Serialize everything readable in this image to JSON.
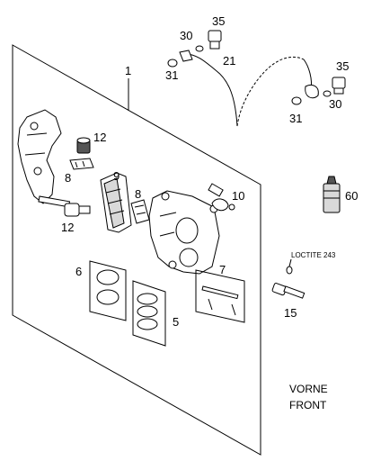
{
  "callouts": {
    "n1": "1",
    "n5": "5",
    "n6": "6",
    "n7": "7",
    "n8a": "8",
    "n8b": "8",
    "n9": "9",
    "n10": "10",
    "n12a": "12",
    "n12b": "12",
    "n15": "15",
    "n21": "21",
    "n30a": "30",
    "n30b": "30",
    "n31a": "31",
    "n31b": "31",
    "n35a": "35",
    "n35b": "35",
    "n60": "60"
  },
  "loctite": "LOCTITE 243",
  "front_label_1": "VORNE",
  "front_label_2": "FRONT"
}
